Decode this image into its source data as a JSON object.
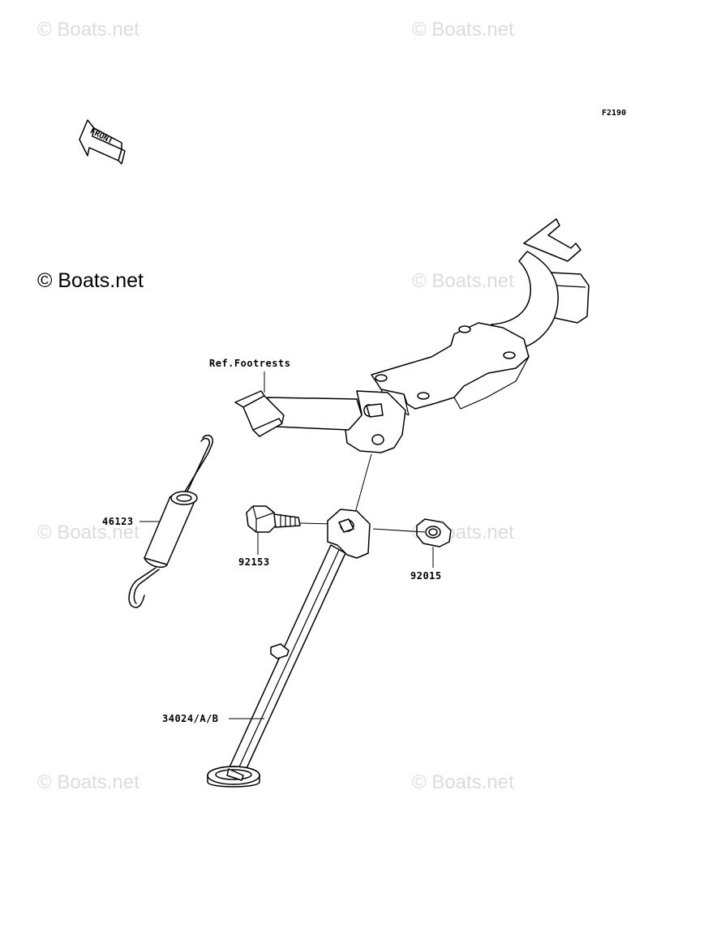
{
  "figure_code": "F2190",
  "front_arrow_label": "FRONT",
  "copyright_main": "© Boats.net",
  "watermark_text": "© Boats.net",
  "reference_label": "Ref.Footrests",
  "parts": [
    {
      "id": "spring",
      "number": "46123"
    },
    {
      "id": "bolt",
      "number": "92153"
    },
    {
      "id": "nut",
      "number": "92015"
    },
    {
      "id": "stand",
      "number": "34024/A/B"
    }
  ]
}
